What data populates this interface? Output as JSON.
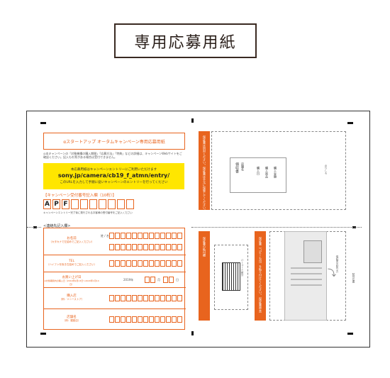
{
  "page": {
    "title": "専用応募用紙"
  },
  "form": {
    "campaign_title": "αスタートアップ オータムキャンペーン専用応募用紙",
    "notes": "◎本キャンペーンの「対象機種の購入期間」「応募方法」「特典」などの詳細は、キャンペーンWebサイトをご確認ください。記入もれ等がある場合は受付できません。",
    "yellow": {
      "line1": "本応募用紙はキャンペーンエントリーにご利用いただけます",
      "url": "sony.jp/camera/cb19_f_atmn/entry/",
      "line3": "このURLを入力して手順に従いキャンペーンのエントリーを行ってください"
    },
    "serial_label": "【キャンペーン受付番号記入欄（10桁）】",
    "serial_prefix": [
      "A",
      "P",
      "F"
    ],
    "serial_note": "キャンペーンエントリー完了後に発行されるお客様の受付番号をご記入ください",
    "section_label": "<連絡先記入欄>",
    "rows": [
      {
        "label": "お名前",
        "sub": "（カタカナで左詰めでご記入ください）",
        "sub2": "姓 / 名"
      },
      {
        "label": "TEL",
        "sub": "（ハイフンを除き左詰めでご記入ください）"
      },
      {
        "label": "お買い上げ日",
        "sub": "※対象期間内の購入日（2019年9月13日〜2020年1月14日）",
        "year": "2019年",
        "month": "月",
        "day": "日"
      },
      {
        "label": "購入店",
        "sub": "（例：ソニーストア）"
      },
      {
        "label": "店舗名",
        "sub": "（例：銀座店）"
      }
    ]
  },
  "right": {
    "strip1_text": "保証書は同封ください。保証書は手元に保管してください。",
    "receipt_labels": [
      "領収書",
      "店舗名",
      "購入日",
      "購入商品",
      "購入金額"
    ],
    "strip2_text": "保証書の貼付欄",
    "strip3_text": "保証書（コピーも可）を貼り付けてください。（保証書原本）",
    "barcode_caption": "バーコード部分",
    "side_label_1": "のりしろ",
    "side_label_2": "貼付位置",
    "arrow_note": "保証書の貼り方"
  }
}
